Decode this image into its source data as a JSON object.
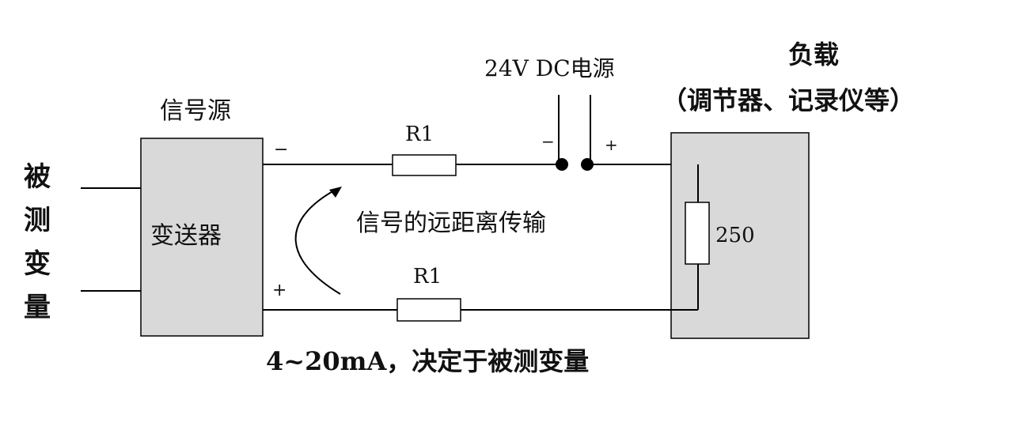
{
  "measured_variable": {
    "chars": [
      "被",
      "测",
      "变",
      "量"
    ]
  },
  "signal_source": {
    "title": "信号源",
    "device": "变送器",
    "minus": "−",
    "plus": "+"
  },
  "resistor_top": {
    "label": "R1"
  },
  "resistor_bottom": {
    "label": "R1"
  },
  "power_supply": {
    "label": "24V DC电源",
    "minus": "−",
    "plus": "+"
  },
  "load": {
    "title": "负载",
    "subtitle": "（调节器、记录仪等）",
    "resistor_value": "250"
  },
  "transmission_label": "信号的远距离传输",
  "current_label": "4~20mA，决定于被测变量",
  "colors": {
    "box_fill": "#d9d9d9",
    "line": "#000000",
    "text": "#111111"
  }
}
